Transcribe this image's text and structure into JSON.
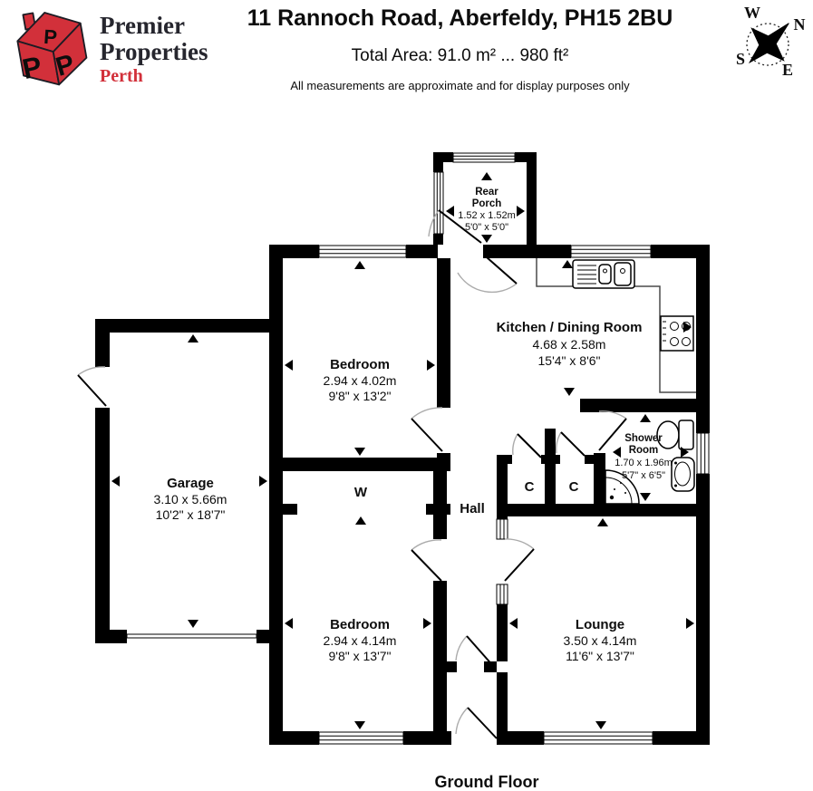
{
  "header": {
    "logo": {
      "letters": [
        "P",
        "P",
        "P"
      ],
      "name_line1": "Premier",
      "name_line2": "Properties",
      "tagline": "Perth"
    },
    "title": "11 Rannoch Road, Aberfeldy, PH15 2BU",
    "total_area": "Total Area: 91.0 m² ... 980 ft²",
    "disclaimer": "All measurements are approximate and for display purposes only",
    "compass": {
      "n": "N",
      "e": "E",
      "s": "S",
      "w": "W"
    }
  },
  "plan": {
    "floor_label": "Ground Floor",
    "hall": "Hall",
    "wardrobe": "W",
    "closet": "C",
    "rooms": {
      "rear_porch": {
        "line1": "Rear",
        "line2": "Porch",
        "metric": "1.52 x 1.52m",
        "imperial": "5'0\" x 5'0\""
      },
      "kitchen": {
        "name": "Kitchen / Dining Room",
        "metric": "4.68 x 2.58m",
        "imperial": "15'4\" x 8'6\""
      },
      "bedroom1": {
        "name": "Bedroom",
        "metric": "2.94 x 4.02m",
        "imperial": "9'8\" x 13'2\""
      },
      "garage": {
        "name": "Garage",
        "metric": "3.10 x 5.66m",
        "imperial": "10'2\" x 18'7\""
      },
      "shower_room": {
        "line1": "Shower",
        "line2": "Room",
        "metric": "1.70 x 1.96m",
        "imperial": "5'7\" x 6'5\""
      },
      "bedroom2": {
        "name": "Bedroom",
        "metric": "2.94 x 4.14m",
        "imperial": "9'8\" x 13'7\""
      },
      "lounge": {
        "name": "Lounge",
        "metric": "3.50 x 4.14m",
        "imperial": "11'6\" x 13'7\""
      }
    }
  },
  "colors": {
    "wall": "#000000",
    "logo_red": "#d2303a",
    "text_dark": "#26262e",
    "door_arc": "#ababab"
  },
  "icons": {
    "compass-icon": "4-point star rotated, N upper-right, dotted circle",
    "window-icon": "white triple-line opening in wall",
    "door-swing-icon": "black leaf line + grey quarter arc",
    "sink-icon": "drainer lines + two bowls with taps",
    "hob-icon": "four burner circles",
    "toilet-icon": "cistern rectangle + oval bowl",
    "basin-icon": "rounded rect with oval basin",
    "shower-icon": "quarter-circle corner tray"
  }
}
